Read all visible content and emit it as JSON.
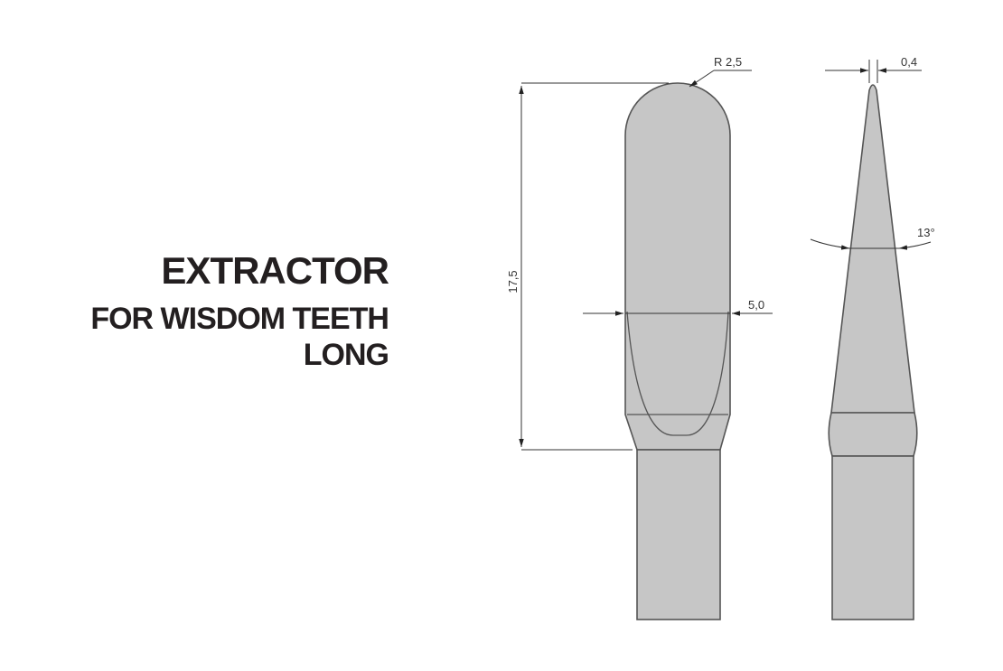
{
  "title": {
    "line1": "EXTRACTOR",
    "line2": "FOR WISDOM TEETH",
    "line3": "LONG"
  },
  "dimensions": {
    "radius": "R 2,5",
    "length": "17,5",
    "width": "5,0",
    "tip_width": "0,4",
    "angle": "13°"
  },
  "colors": {
    "fill": "#c6c6c6",
    "stroke": "#555555",
    "text": "#231f20"
  }
}
